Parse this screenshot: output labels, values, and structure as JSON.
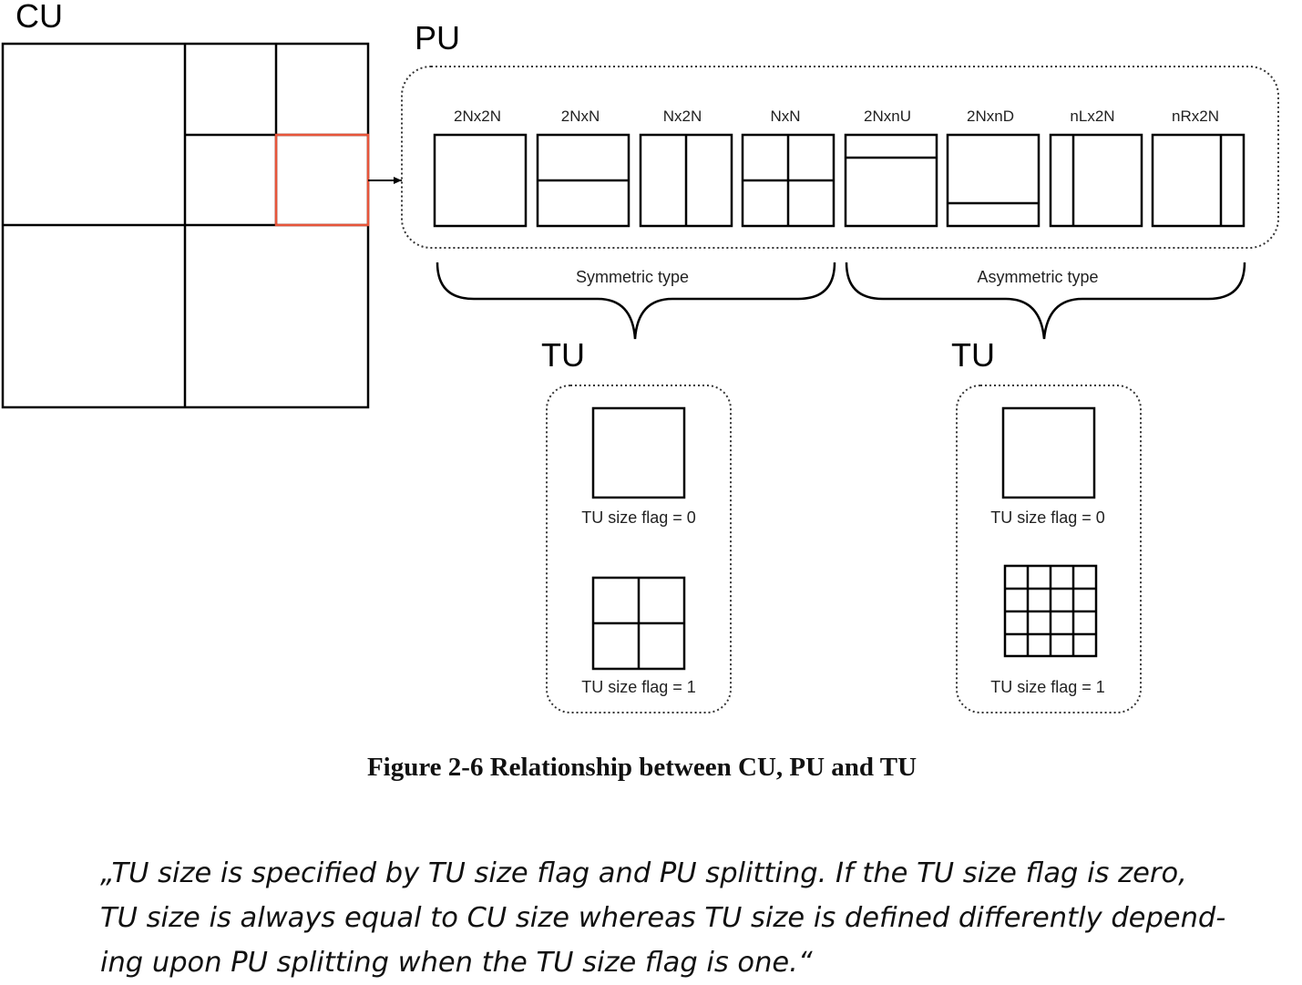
{
  "labels": {
    "cu": "CU",
    "pu": "PU",
    "tu_symmetric": "TU",
    "tu_asymmetric": "TU",
    "symmetric_type": "Symmetric type",
    "asymmetric_type": "Asymmetric type"
  },
  "pu_partitions": [
    "2Nx2N",
    "2NxN",
    "Nx2N",
    "NxN",
    "2NxnU",
    "2NxnD",
    "nLx2N",
    "nRx2N"
  ],
  "tu_symmetric": {
    "flag0": "TU size flag = 0",
    "flag1": "TU size flag = 1"
  },
  "tu_asymmetric": {
    "flag0": "TU size flag = 0",
    "flag1": "TU size flag = 1"
  },
  "colors": {
    "line": "#000000",
    "highlight": "#e8553a"
  },
  "caption": "Figure 2-6 Relationship between CU, PU and TU",
  "quote": {
    "line1": "„TU size is specified by TU size flag and PU splitting. If the TU size flag is zero,",
    "line2": "TU size is always equal to CU size whereas TU size is defined differently depend-",
    "line3": "ing upon PU splitting when the TU size flag is one.“"
  }
}
